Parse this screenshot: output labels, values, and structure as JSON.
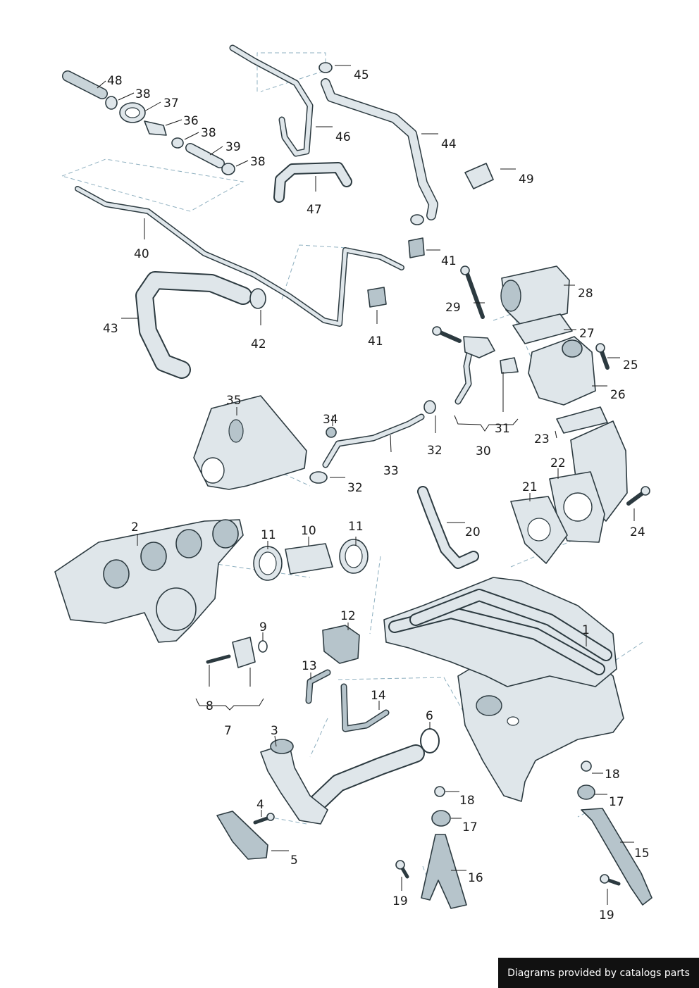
{
  "credit": "Diagrams provided by catalogs parts",
  "colors": {
    "part_fill": "#dfe6ea",
    "part_shade": "#b6c4cb",
    "outline": "#2c3a40",
    "dashed_guide": "#8fb0c0"
  },
  "callouts": [
    {
      "id": "1",
      "text": "1"
    },
    {
      "id": "2",
      "text": "2"
    },
    {
      "id": "3",
      "text": "3"
    },
    {
      "id": "4",
      "text": "4"
    },
    {
      "id": "5",
      "text": "5"
    },
    {
      "id": "6",
      "text": "6"
    },
    {
      "id": "7",
      "text": "7"
    },
    {
      "id": "8",
      "text": "8"
    },
    {
      "id": "9",
      "text": "9"
    },
    {
      "id": "10",
      "text": "10"
    },
    {
      "id": "11a",
      "text": "11"
    },
    {
      "id": "11b",
      "text": "11"
    },
    {
      "id": "12",
      "text": "12"
    },
    {
      "id": "13",
      "text": "13"
    },
    {
      "id": "14",
      "text": "14"
    },
    {
      "id": "15",
      "text": "15"
    },
    {
      "id": "16",
      "text": "16"
    },
    {
      "id": "17a",
      "text": "17"
    },
    {
      "id": "17b",
      "text": "17"
    },
    {
      "id": "18a",
      "text": "18"
    },
    {
      "id": "18b",
      "text": "18"
    },
    {
      "id": "19a",
      "text": "19"
    },
    {
      "id": "19b",
      "text": "19"
    },
    {
      "id": "20",
      "text": "20"
    },
    {
      "id": "21",
      "text": "21"
    },
    {
      "id": "22",
      "text": "22"
    },
    {
      "id": "23",
      "text": "23"
    },
    {
      "id": "24",
      "text": "24"
    },
    {
      "id": "25",
      "text": "25"
    },
    {
      "id": "26",
      "text": "26"
    },
    {
      "id": "27",
      "text": "27"
    },
    {
      "id": "28",
      "text": "28"
    },
    {
      "id": "29",
      "text": "29"
    },
    {
      "id": "30",
      "text": "30"
    },
    {
      "id": "31",
      "text": "31"
    },
    {
      "id": "32a",
      "text": "32"
    },
    {
      "id": "32b",
      "text": "32"
    },
    {
      "id": "33",
      "text": "33"
    },
    {
      "id": "34",
      "text": "34"
    },
    {
      "id": "35",
      "text": "35"
    },
    {
      "id": "36",
      "text": "36"
    },
    {
      "id": "37",
      "text": "37"
    },
    {
      "id": "38a",
      "text": "38"
    },
    {
      "id": "38b",
      "text": "38"
    },
    {
      "id": "38c",
      "text": "38"
    },
    {
      "id": "39",
      "text": "39"
    },
    {
      "id": "40",
      "text": "40"
    },
    {
      "id": "41a",
      "text": "41"
    },
    {
      "id": "41b",
      "text": "41"
    },
    {
      "id": "42",
      "text": "42"
    },
    {
      "id": "43",
      "text": "43"
    },
    {
      "id": "44",
      "text": "44"
    },
    {
      "id": "45",
      "text": "45"
    },
    {
      "id": "46",
      "text": "46"
    },
    {
      "id": "47",
      "text": "47"
    },
    {
      "id": "48",
      "text": "48"
    },
    {
      "id": "49",
      "text": "49"
    }
  ]
}
